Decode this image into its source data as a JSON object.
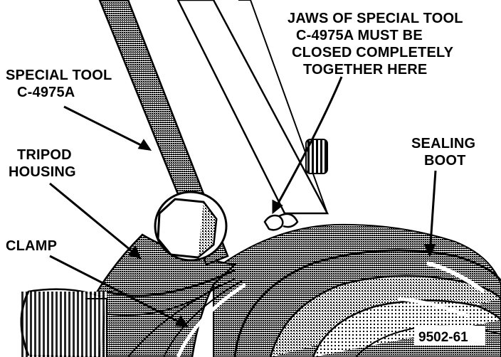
{
  "labels": {
    "jaws_line1": "JAWS OF SPECIAL TOOL",
    "jaws_line2": "C-4975A MUST BE",
    "jaws_line3": "CLOSED COMPLETELY",
    "jaws_line4": "TOGETHER HERE",
    "special_tool_line1": "SPECIAL TOOL",
    "special_tool_line2": "C-4975A",
    "tripod_line1": "TRIPOD",
    "tripod_line2": "HOUSING",
    "clamp": "CLAMP",
    "sealing_line1": "SEALING",
    "sealing_line2": "BOOT"
  },
  "figure_number": "9502-61"
}
